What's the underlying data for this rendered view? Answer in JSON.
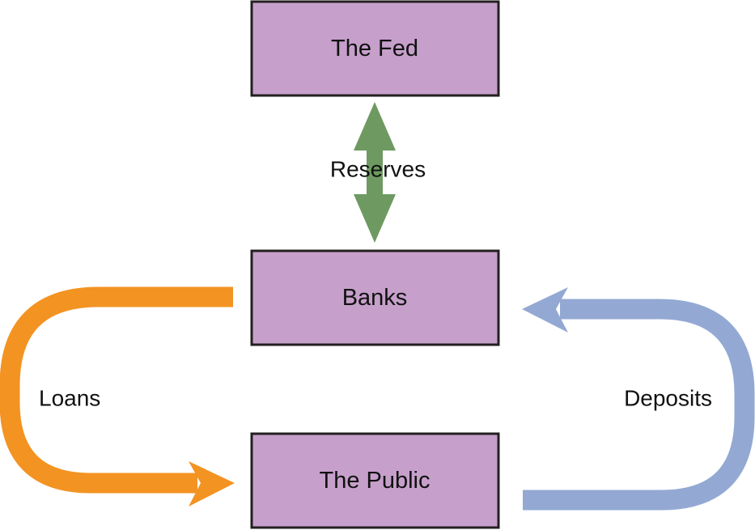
{
  "nodes": {
    "fed": {
      "label": "The Fed"
    },
    "banks": {
      "label": "Banks"
    },
    "public": {
      "label": "The Public"
    }
  },
  "edges": {
    "reserves": {
      "label": "Reserves",
      "color": "#6e9a61"
    },
    "loans": {
      "label": "Loans",
      "color": "#f39322"
    },
    "deposits": {
      "label": "Deposits",
      "color": "#93a9d3"
    }
  },
  "colors": {
    "node_fill": "#c6a0cb",
    "node_border": "#231f20"
  }
}
